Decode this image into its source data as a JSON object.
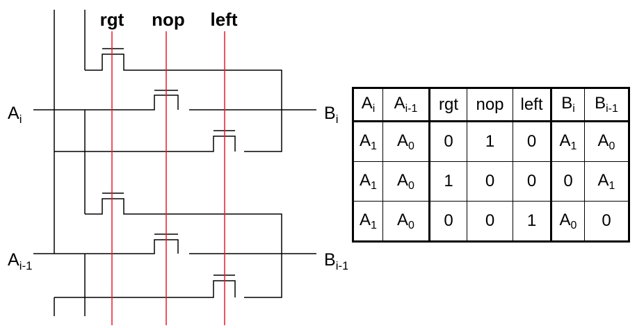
{
  "circuit": {
    "controls": [
      "rgt",
      "nop",
      "left"
    ],
    "inputs": [
      {
        "base": "A",
        "sub": "i"
      },
      {
        "base": "A",
        "sub": "i-1"
      }
    ],
    "outputs": [
      {
        "base": "B",
        "sub": "i"
      },
      {
        "base": "B",
        "sub": "i-1"
      }
    ],
    "control_line_color": "#e8182f",
    "wire_color": "#000000"
  },
  "table": {
    "headers": [
      {
        "base": "A",
        "sub": "i"
      },
      {
        "base": "A",
        "sub": "i-1"
      },
      {
        "base": "rgt",
        "sub": ""
      },
      {
        "base": "nop",
        "sub": ""
      },
      {
        "base": "left",
        "sub": ""
      },
      {
        "base": "B",
        "sub": "i"
      },
      {
        "base": "B",
        "sub": "i-1"
      }
    ],
    "rows": [
      [
        {
          "base": "A",
          "sub": "1"
        },
        {
          "base": "A",
          "sub": "0"
        },
        {
          "base": "0",
          "sub": ""
        },
        {
          "base": "1",
          "sub": ""
        },
        {
          "base": "0",
          "sub": ""
        },
        {
          "base": "A",
          "sub": "1"
        },
        {
          "base": "A",
          "sub": "0"
        }
      ],
      [
        {
          "base": "A",
          "sub": "1"
        },
        {
          "base": "A",
          "sub": "0"
        },
        {
          "base": "1",
          "sub": ""
        },
        {
          "base": "0",
          "sub": ""
        },
        {
          "base": "0",
          "sub": ""
        },
        {
          "base": "0",
          "sub": ""
        },
        {
          "base": "A",
          "sub": "1"
        }
      ],
      [
        {
          "base": "A",
          "sub": "1"
        },
        {
          "base": "A",
          "sub": "0"
        },
        {
          "base": "0",
          "sub": ""
        },
        {
          "base": "0",
          "sub": ""
        },
        {
          "base": "1",
          "sub": ""
        },
        {
          "base": "A",
          "sub": "0"
        },
        {
          "base": "0",
          "sub": ""
        }
      ]
    ]
  }
}
